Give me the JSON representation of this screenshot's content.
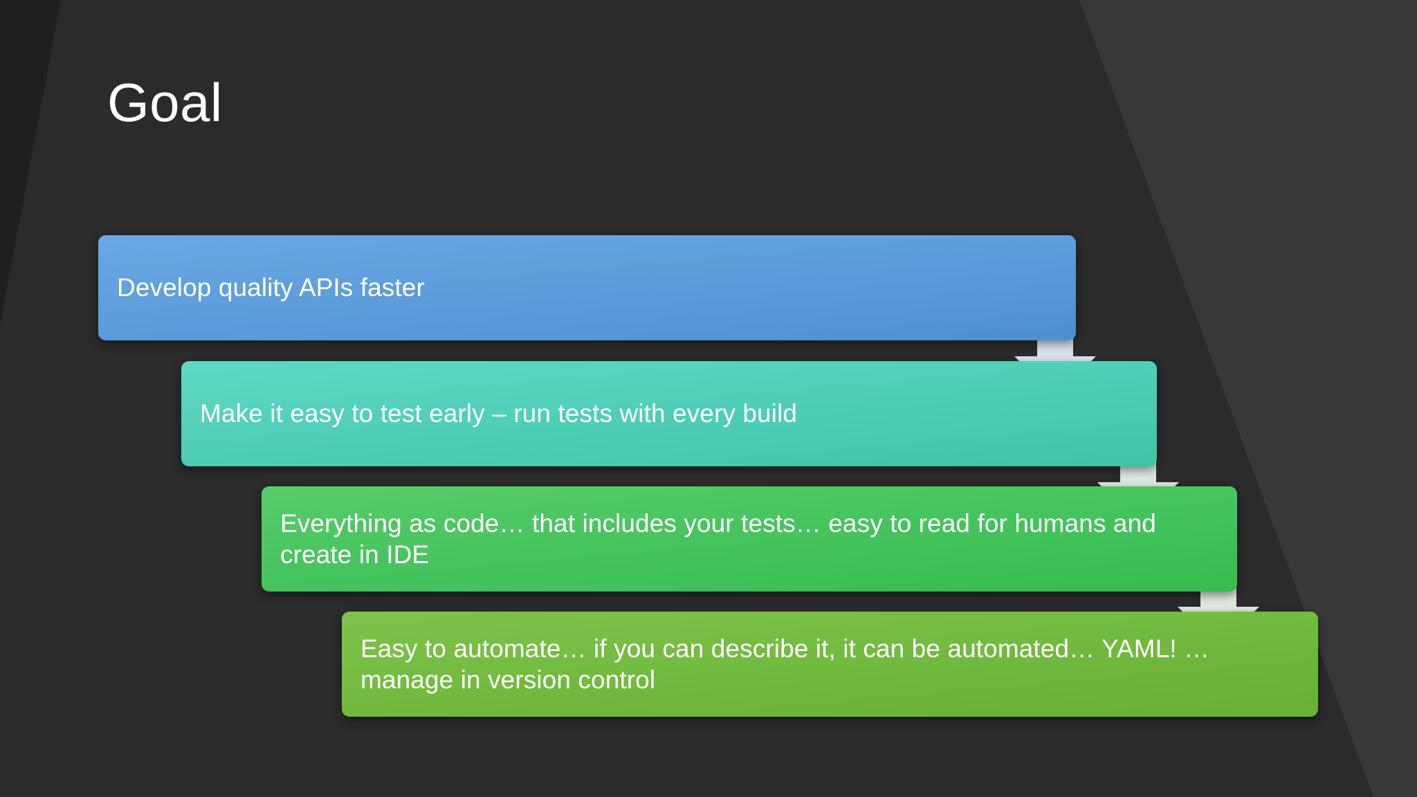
{
  "slide": {
    "title": "Goal",
    "background_color": "#2b2b2b",
    "background_dark_band_color": "#1f1f1f",
    "background_light_band_color": "#383838"
  },
  "flow": {
    "arrow_color": "#d6e2ef",
    "arrow_icons": [
      "down-arrow-icon",
      "down-arrow-icon",
      "down-arrow-icon"
    ],
    "steps": [
      {
        "id": "step-1",
        "text": "Develop quality APIs faster",
        "color": "#5b9bd8",
        "text_color": "#ffffff"
      },
      {
        "id": "step-2",
        "text": "Make it easy to test early – run tests with every build",
        "color": "#4ecdb6",
        "text_color": "#ffffff"
      },
      {
        "id": "step-3",
        "text": "Everything as code… that includes your tests… easy to read for humans and create in IDE",
        "color": "#44c35c",
        "text_color": "#ffffff"
      },
      {
        "id": "step-4",
        "text": "Easy to automate… if you can describe it, it can be automated… YAML! … manage in version control",
        "color": "#71b93e",
        "text_color": "#ffffff"
      }
    ]
  }
}
